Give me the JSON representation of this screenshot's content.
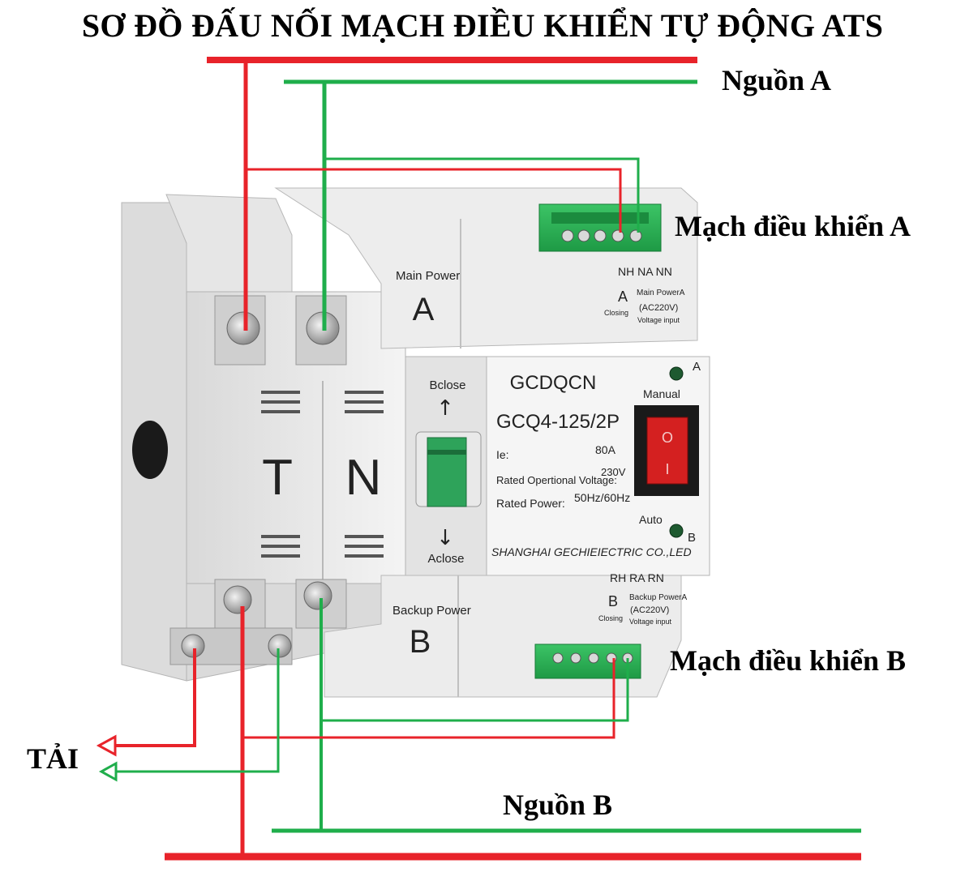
{
  "title": "SƠ ĐỒ ĐẤU NỐI MẠCH ĐIỀU KHIỂN TỰ ĐỘNG ATS",
  "labels": {
    "source_a": "Nguồn A",
    "source_b": "Nguồn B",
    "control_a": "Mạch điều khiển A",
    "control_b": "Mạch điều khiển B",
    "load": "TẢI"
  },
  "device": {
    "main_power": "Main Power",
    "main_letter": "A",
    "backup_power": "Backup Power",
    "backup_letter": "B",
    "pole_t": "T",
    "pole_n": "N",
    "bclose": "Bclose",
    "aclose": "Aclose",
    "brand": "GCDQCN",
    "model": "GCQ4-125/2P",
    "ie_label": "Ie:",
    "ie_value": "80A",
    "voltage_label": "Rated Opertional Voltage:",
    "voltage_value": "230V",
    "power_label": "Rated Power:",
    "power_value": "50Hz/60Hz",
    "maker": "SHANGHAI GECHIEIECTRIC CO.,LED",
    "manual": "Manual",
    "auto": "Auto",
    "switch_o": "O",
    "switch_i": "I",
    "led_a": "A",
    "led_b": "B",
    "a_terms": "NH  NA  NN",
    "a_closing": "A",
    "a_closing_sub": "Closing",
    "a_power": "Main PowerA",
    "a_ac": "(AC220V)",
    "a_vin": "Voltage input",
    "b_terms": "RH  RA  RN",
    "b_closing": "B",
    "b_closing_sub": "Closing",
    "b_power": "Backup PowerA",
    "b_ac": "(AC220V)",
    "b_vin": "Voltage input"
  },
  "colors": {
    "live": "#e8232a",
    "neutral": "#1fae4b",
    "body": "#ececec",
    "terminal": "#2fb457"
  }
}
